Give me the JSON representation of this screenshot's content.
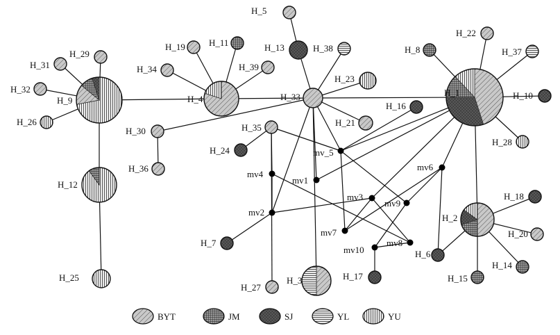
{
  "legend": [
    {
      "key": "BYT",
      "label": "BYT",
      "pattern": "diag"
    },
    {
      "key": "JM",
      "label": "JM",
      "pattern": "grid"
    },
    {
      "key": "SJ",
      "label": "SJ",
      "pattern": "dark"
    },
    {
      "key": "YL",
      "label": "YL",
      "pattern": "hlines"
    },
    {
      "key": "YU",
      "label": "YU",
      "pattern": "vlines"
    }
  ],
  "nodes": [
    {
      "id": "H_1",
      "label": "H_1",
      "kind": "hap",
      "fill": "BYT",
      "parts": [
        [
          "BYT",
          0.45
        ],
        [
          "SJ",
          0.3
        ],
        [
          "JM",
          0.13
        ],
        [
          "YU",
          0.12
        ]
      ]
    },
    {
      "id": "H_2",
      "label": "H_2",
      "kind": "hap",
      "fill": "BYT",
      "parts": [
        [
          "BYT",
          0.5
        ],
        [
          "JM",
          0.2
        ],
        [
          "SJ",
          0.15
        ],
        [
          "YU",
          0.15
        ]
      ]
    },
    {
      "id": "H_3",
      "label": "H_3",
      "kind": "hap",
      "fill": "BYT",
      "parts": [
        [
          "BYT",
          0.5
        ],
        [
          "YL",
          0.5
        ]
      ]
    },
    {
      "id": "H_4",
      "label": "H_4",
      "kind": "hap",
      "fill": "BYT",
      "parts": [
        [
          "BYT",
          0.8
        ],
        [
          "YU",
          0.2
        ]
      ]
    },
    {
      "id": "H_5",
      "label": "H_5",
      "kind": "hap",
      "fill": "BYT"
    },
    {
      "id": "H_6",
      "label": "H_6",
      "kind": "hap",
      "fill": "SJ"
    },
    {
      "id": "H_7",
      "label": "H_7",
      "kind": "hap",
      "fill": "SJ"
    },
    {
      "id": "H_8",
      "label": "H_8",
      "kind": "hap",
      "fill": "JM"
    },
    {
      "id": "H_9",
      "label": "H_9",
      "kind": "hap",
      "fill": "YU",
      "parts": [
        [
          "YU",
          0.72
        ],
        [
          "BYT",
          0.14
        ],
        [
          "JM",
          0.09
        ],
        [
          "SJ",
          0.05
        ]
      ]
    },
    {
      "id": "H_10",
      "label": "H_10",
      "kind": "hap",
      "fill": "SJ"
    },
    {
      "id": "H_11",
      "label": "H_11",
      "kind": "hap",
      "fill": "JM"
    },
    {
      "id": "H_12",
      "label": "H_12",
      "kind": "hap",
      "fill": "YU",
      "parts": [
        [
          "YU",
          0.9
        ],
        [
          "JM",
          0.1
        ]
      ]
    },
    {
      "id": "H_13",
      "label": "H_13",
      "kind": "hap",
      "fill": "SJ"
    },
    {
      "id": "H_14",
      "label": "H_14",
      "kind": "hap",
      "fill": "JM"
    },
    {
      "id": "H_15",
      "label": "H_15",
      "kind": "hap",
      "fill": "JM"
    },
    {
      "id": "H_16",
      "label": "H_16",
      "kind": "hap",
      "fill": "SJ"
    },
    {
      "id": "H_17",
      "label": "H_17",
      "kind": "hap",
      "fill": "SJ"
    },
    {
      "id": "H_18",
      "label": "H_18",
      "kind": "hap",
      "fill": "SJ"
    },
    {
      "id": "H_19",
      "label": "H_19",
      "kind": "hap",
      "fill": "BYT"
    },
    {
      "id": "H_20",
      "label": "H_20",
      "kind": "hap",
      "fill": "BYT"
    },
    {
      "id": "H_21",
      "label": "H_21",
      "kind": "hap",
      "fill": "BYT"
    },
    {
      "id": "H_22",
      "label": "H_22",
      "kind": "hap",
      "fill": "BYT"
    },
    {
      "id": "H_23",
      "label": "H_23",
      "kind": "hap",
      "fill": "YU"
    },
    {
      "id": "H_24",
      "label": "H_24",
      "kind": "hap",
      "fill": "SJ"
    },
    {
      "id": "H_25",
      "label": "H_25",
      "kind": "hap",
      "fill": "YU"
    },
    {
      "id": "H_26",
      "label": "H_26",
      "kind": "hap",
      "fill": "YU"
    },
    {
      "id": "H_27",
      "label": "H_27",
      "kind": "hap",
      "fill": "BYT"
    },
    {
      "id": "H_28",
      "label": "H_28",
      "kind": "hap",
      "fill": "YU"
    },
    {
      "id": "H_29",
      "label": "H_29",
      "kind": "hap",
      "fill": "BYT"
    },
    {
      "id": "H_30",
      "label": "H_30",
      "kind": "hap",
      "fill": "BYT"
    },
    {
      "id": "H_31",
      "label": "H_31",
      "kind": "hap",
      "fill": "BYT"
    },
    {
      "id": "H_32",
      "label": "H_32",
      "kind": "hap",
      "fill": "BYT"
    },
    {
      "id": "H_33",
      "label": "H_33",
      "kind": "hap",
      "fill": "BYT"
    },
    {
      "id": "H_34",
      "label": "H_34",
      "kind": "hap",
      "fill": "BYT"
    },
    {
      "id": "H_35",
      "label": "H_35",
      "kind": "hap",
      "fill": "BYT"
    },
    {
      "id": "H_36",
      "label": "H_36",
      "kind": "hap",
      "fill": "BYT"
    },
    {
      "id": "H_37",
      "label": "H_37",
      "kind": "hap",
      "fill": "YL"
    },
    {
      "id": "H_38",
      "label": "H_38",
      "kind": "hap",
      "fill": "YL"
    },
    {
      "id": "H_39",
      "label": "H_39",
      "kind": "hap",
      "fill": "BYT"
    },
    {
      "id": "mv_5",
      "label": "mv_5",
      "kind": "mv"
    },
    {
      "id": "mv1",
      "label": "mv1",
      "kind": "mv"
    },
    {
      "id": "mv2",
      "label": "mv2",
      "kind": "mv"
    },
    {
      "id": "mv3",
      "label": "mv3",
      "kind": "mv"
    },
    {
      "id": "mv4",
      "label": "mv4",
      "kind": "mv"
    },
    {
      "id": "mv6",
      "label": "mv6",
      "kind": "mv"
    },
    {
      "id": "mv7",
      "label": "mv7",
      "kind": "mv"
    },
    {
      "id": "mv8",
      "label": "mv8",
      "kind": "mv"
    },
    {
      "id": "mv9",
      "label": "mv9",
      "kind": "mv"
    },
    {
      "id": "mv10",
      "label": "mv10",
      "kind": "mv"
    }
  ],
  "edges": [
    [
      "H_9",
      "H_4"
    ],
    [
      "H_9",
      "H_31"
    ],
    [
      "H_9",
      "H_29"
    ],
    [
      "H_9",
      "H_32"
    ],
    [
      "H_9",
      "H_26"
    ],
    [
      "H_9",
      "H_12"
    ],
    [
      "H_12",
      "H_25"
    ],
    [
      "H_4",
      "H_19"
    ],
    [
      "H_4",
      "H_11"
    ],
    [
      "H_4",
      "H_34"
    ],
    [
      "H_4",
      "H_39"
    ],
    [
      "H_4",
      "H_33"
    ],
    [
      "H_30",
      "H_33"
    ],
    [
      "H_30",
      "H_36"
    ],
    [
      "H_33",
      "H_13"
    ],
    [
      "H_13",
      "H_5"
    ],
    [
      "H_33",
      "H_38"
    ],
    [
      "H_33",
      "H_23"
    ],
    [
      "H_33",
      "H_21"
    ],
    [
      "H_33",
      "H_1"
    ],
    [
      "H_33",
      "mv_5"
    ],
    [
      "H_33",
      "mv1"
    ],
    [
      "H_33",
      "mv2"
    ],
    [
      "H_33",
      "H_3"
    ],
    [
      "H_35",
      "H_24"
    ],
    [
      "H_35",
      "mv_5"
    ],
    [
      "H_35",
      "mv4"
    ],
    [
      "H_35",
      "H_27"
    ],
    [
      "mv4",
      "mv2"
    ],
    [
      "mv4",
      "mv8"
    ],
    [
      "mv2",
      "H_7"
    ],
    [
      "mv2",
      "mv3"
    ],
    [
      "mv_5",
      "H_16"
    ],
    [
      "mv_5",
      "H_1"
    ],
    [
      "mv_5",
      "mv9"
    ],
    [
      "mv_5",
      "mv7"
    ],
    [
      "mv1",
      "H_1"
    ],
    [
      "mv7",
      "mv3"
    ],
    [
      "mv7",
      "mv6"
    ],
    [
      "mv3",
      "mv8"
    ],
    [
      "mv3",
      "H_1"
    ],
    [
      "mv9",
      "mv6"
    ],
    [
      "mv9",
      "mv10"
    ],
    [
      "mv6",
      "H_1"
    ],
    [
      "mv6",
      "H_6"
    ],
    [
      "mv10",
      "H_17"
    ],
    [
      "mv10",
      "mv8"
    ],
    [
      "H_1",
      "H_8"
    ],
    [
      "H_1",
      "H_22"
    ],
    [
      "H_1",
      "H_37"
    ],
    [
      "H_1",
      "H_10"
    ],
    [
      "H_1",
      "H_28"
    ],
    [
      "H_1",
      "H_2"
    ],
    [
      "H_2",
      "H_6"
    ],
    [
      "H_2",
      "H_18"
    ],
    [
      "H_2",
      "H_20"
    ],
    [
      "H_2",
      "H_14"
    ],
    [
      "H_2",
      "H_15"
    ]
  ]
}
